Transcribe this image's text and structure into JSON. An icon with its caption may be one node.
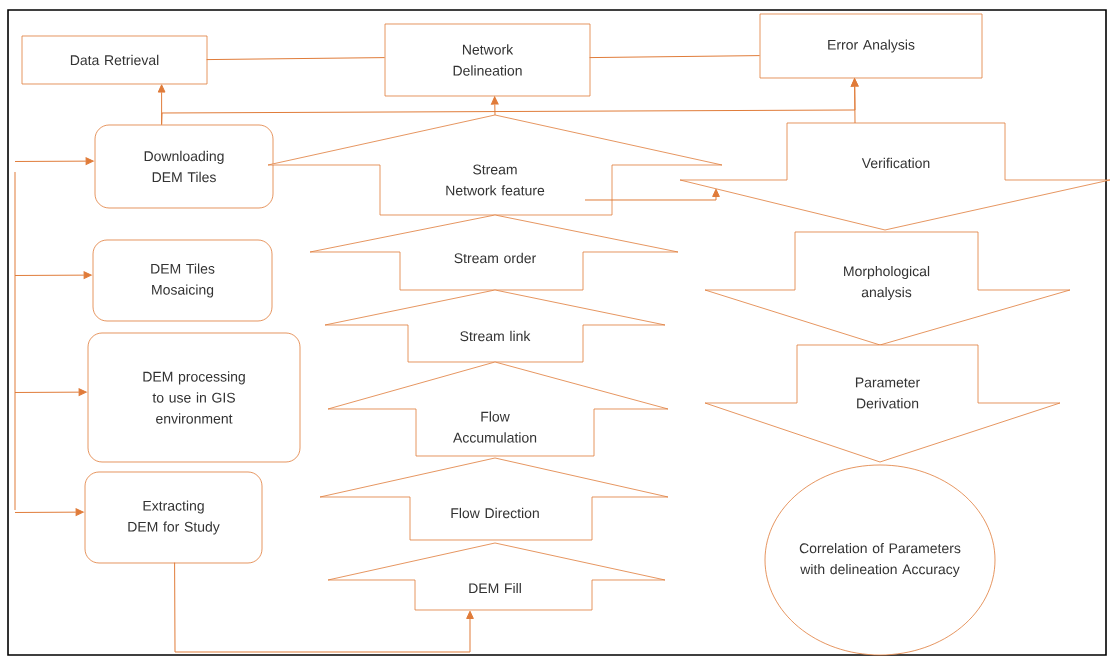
{
  "diagram": {
    "nodes": [
      {
        "text": [
          "Data Retrieval"
        ]
      },
      {
        "text": [
          "Network Delineation"
        ]
      },
      {
        "text": [
          "Error Analysis"
        ]
      },
      {
        "text": [
          "Downloading DEM Tiles"
        ]
      },
      {
        "text": [
          "DEM Tiles Mosaicing"
        ]
      },
      {
        "text": [
          "DEM processing to use in GIS environment"
        ]
      },
      {
        "text": [
          "Extracting DEM for Study"
        ]
      },
      {
        "text": [
          "Stream Network feature"
        ]
      },
      {
        "text": [
          "Stream order"
        ]
      },
      {
        "text": [
          "Stream link"
        ]
      },
      {
        "text": [
          "Flow Accumulation"
        ]
      },
      {
        "text": [
          "Flow Direction"
        ]
      },
      {
        "text": [
          "DEM Fill"
        ]
      },
      {
        "text": [
          "Verification"
        ]
      },
      {
        "text": [
          "Morphological analysis"
        ]
      },
      {
        "text": [
          "Parameter Derivation"
        ]
      },
      {
        "text": [
          "Correlation of Parameters with delineation Accuracy"
        ]
      }
    ],
    "edges": [
      {
        "from": 3,
        "to": 0,
        "arrow": "to"
      },
      {
        "from": 0,
        "to": 1,
        "arrow": "none"
      },
      {
        "from": 1,
        "to": 2,
        "arrow": "none"
      },
      {
        "from": 3,
        "to": 2,
        "arrow": "to"
      },
      {
        "from": 7,
        "to": 1,
        "arrow": "to"
      },
      {
        "from": 13,
        "to": 2,
        "arrow": "to"
      },
      {
        "from": 7,
        "to": 13,
        "arrow": "to"
      },
      {
        "from": null,
        "to": 3,
        "arrow": "to"
      },
      {
        "from": null,
        "to": 4,
        "arrow": "to"
      },
      {
        "from": null,
        "to": 5,
        "arrow": "to"
      },
      {
        "from": null,
        "to": 6,
        "arrow": "to"
      },
      {
        "from": 6,
        "to": 12,
        "arrow": "to"
      }
    ]
  }
}
